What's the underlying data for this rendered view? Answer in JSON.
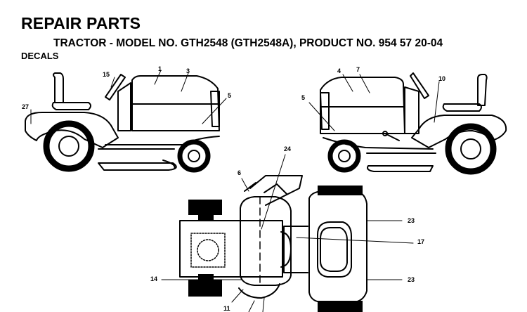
{
  "page": {
    "title": "REPAIR PARTS",
    "subtitle": "TRACTOR - MODEL NO. GTH2548 (GTH2548A), PRODUCT NO. 954 57 20-04",
    "section": "DECALS"
  },
  "callouts": {
    "c1": "1",
    "c3": "3",
    "c15": "15",
    "c27": "27",
    "c5_left": "5",
    "c4": "4",
    "c7": "7",
    "c10": "10",
    "c5_right": "5",
    "c24": "24",
    "c6": "6",
    "c23_top": "23",
    "c17": "17",
    "c14": "14",
    "c23_bottom": "23",
    "c11": "11"
  }
}
